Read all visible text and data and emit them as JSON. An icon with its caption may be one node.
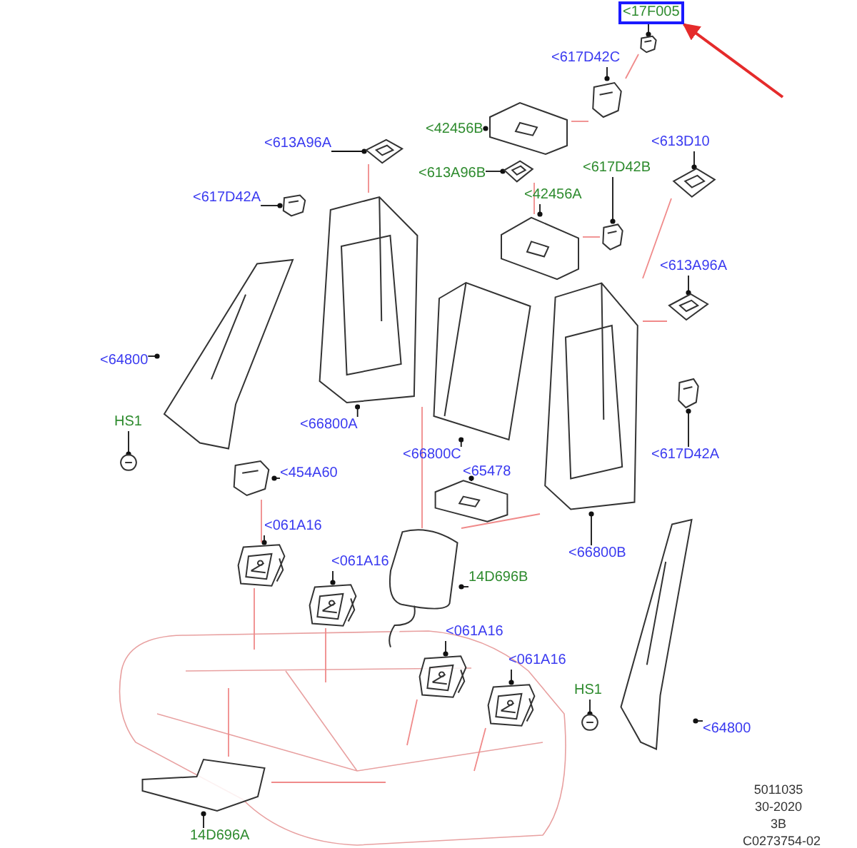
{
  "diagram": {
    "nodes": [
      {
        "text": [
          "<17F005"
        ]
      },
      {
        "text": [],
        "shape": "picture"
      },
      {
        "text": [
          "<617D42C"
        ]
      },
      {
        "text": [],
        "shape": "picture"
      },
      {
        "text": [
          "<42456B"
        ]
      },
      {
        "text": [],
        "shape": "picture"
      },
      {
        "text": [
          "<613A96A"
        ]
      },
      {
        "text": [],
        "shape": "picture"
      },
      {
        "text": [
          "<617D42A"
        ]
      },
      {
        "text": [],
        "shape": "picture"
      },
      {
        "text": [
          "<613A96B"
        ]
      },
      {
        "text": [],
        "shape": "picture"
      },
      {
        "text": [
          "<42456A"
        ]
      },
      {
        "text": [],
        "shape": "picture"
      },
      {
        "text": [
          "<617D42B"
        ]
      },
      {
        "text": [],
        "shape": "picture"
      },
      {
        "text": [
          "<613D10"
        ]
      },
      {
        "text": [],
        "shape": "picture"
      },
      {
        "text": [
          "<613A96A"
        ]
      },
      {
        "text": [],
        "shape": "picture"
      },
      {
        "text": [
          "<64800"
        ]
      },
      {
        "text": [],
        "shape": "picture"
      },
      {
        "text": [
          "HS1"
        ]
      },
      {
        "text": [],
        "shape": "picture"
      },
      {
        "text": [
          "<66800A"
        ]
      },
      {
        "text": [],
        "shape": "picture"
      },
      {
        "text": [
          "<66800C"
        ]
      },
      {
        "text": [],
        "shape": "picture"
      },
      {
        "text": [
          "<617D42A"
        ]
      },
      {
        "text": [],
        "shape": "picture"
      },
      {
        "text": [
          "<454A60"
        ]
      },
      {
        "text": [],
        "shape": "picture"
      },
      {
        "text": [
          "<65478"
        ]
      },
      {
        "text": [],
        "shape": "picture"
      },
      {
        "text": [
          "<061A16"
        ]
      },
      {
        "text": [],
        "shape": "picture"
      },
      {
        "text": [
          "<061A16"
        ]
      },
      {
        "text": [],
        "shape": "picture"
      },
      {
        "text": [
          "<66800B"
        ]
      },
      {
        "text": [],
        "shape": "picture"
      },
      {
        "text": [
          "14D696B"
        ]
      },
      {
        "text": [],
        "shape": "picture"
      },
      {
        "text": [
          "<061A16"
        ]
      },
      {
        "text": [],
        "shape": "picture"
      },
      {
        "text": [
          "<061A16"
        ]
      },
      {
        "text": [],
        "shape": "picture"
      },
      {
        "text": [
          "HS1"
        ]
      },
      {
        "text": [],
        "shape": "picture"
      },
      {
        "text": [
          "<64800"
        ]
      },
      {
        "text": [],
        "shape": "picture"
      },
      {
        "text": [
          "14D696A"
        ]
      },
      {
        "text": [],
        "shape": "picture"
      }
    ],
    "edges": [
      {
        "from": 0,
        "to": 1,
        "arrow": "other"
      },
      {
        "from": 2,
        "to": 3,
        "arrow": "other"
      },
      {
        "from": 4,
        "to": 5,
        "arrow": "other"
      },
      {
        "from": 6,
        "to": 7,
        "arrow": "other"
      },
      {
        "from": 8,
        "to": 9,
        "arrow": "other"
      },
      {
        "from": 10,
        "to": 11,
        "arrow": "other"
      },
      {
        "from": 12,
        "to": 13,
        "arrow": "other"
      },
      {
        "from": 14,
        "to": 15,
        "arrow": "other"
      },
      {
        "from": 16,
        "to": 17,
        "arrow": "other"
      },
      {
        "from": 18,
        "to": 19,
        "arrow": "other"
      },
      {
        "from": 20,
        "to": 21,
        "arrow": "other"
      },
      {
        "from": 22,
        "to": 23,
        "arrow": "other"
      },
      {
        "from": 24,
        "to": 25,
        "arrow": "other"
      },
      {
        "from": 26,
        "to": 27,
        "arrow": "other"
      },
      {
        "from": 28,
        "to": 29,
        "arrow": "other"
      },
      {
        "from": 30,
        "to": 31,
        "arrow": "other"
      },
      {
        "from": 32,
        "to": 33,
        "arrow": "other"
      },
      {
        "from": 34,
        "to": 35,
        "arrow": "other"
      },
      {
        "from": 36,
        "to": 37,
        "arrow": "other"
      },
      {
        "from": 38,
        "to": 39,
        "arrow": "other"
      },
      {
        "from": 40,
        "to": 41,
        "arrow": "other"
      },
      {
        "from": 42,
        "to": 43,
        "arrow": "other"
      },
      {
        "from": 44,
        "to": 45,
        "arrow": "other"
      },
      {
        "from": 46,
        "to": 47,
        "arrow": "other"
      },
      {
        "from": 48,
        "to": 49,
        "arrow": "other"
      },
      {
        "from": 50,
        "to": 51,
        "arrow": "other"
      },
      {
        "from": null,
        "to": 0,
        "arrow": "to",
        "color": "#e52b2b"
      },
      {
        "from": 1,
        "to": 3,
        "arrow": "none",
        "color": "#f08a8a"
      },
      {
        "from": 3,
        "to": 5,
        "arrow": "none",
        "color": "#f08a8a"
      },
      {
        "from": 7,
        "to": 25,
        "arrow": "none",
        "color": "#f08a8a"
      },
      {
        "from": 11,
        "to": 13,
        "arrow": "none",
        "color": "#f08a8a"
      },
      {
        "from": 13,
        "to": 15,
        "arrow": "none",
        "color": "#f08a8a"
      },
      {
        "from": 17,
        "to": 39,
        "arrow": "none",
        "color": "#f08a8a"
      },
      {
        "from": 19,
        "to": 39,
        "arrow": "none",
        "color": "#f08a8a"
      },
      {
        "from": 25,
        "to": 41,
        "arrow": "none",
        "color": "#f08a8a"
      },
      {
        "from": 39,
        "to": 41,
        "arrow": "none",
        "color": "#f08a8a"
      },
      {
        "from": 31,
        "to": 35,
        "arrow": "none",
        "color": "#f08a8a"
      },
      {
        "from": 35,
        "to": null,
        "arrow": "none",
        "color": "#f08a8a"
      },
      {
        "from": 37,
        "to": null,
        "arrow": "none",
        "color": "#f08a8a"
      },
      {
        "from": 43,
        "to": null,
        "arrow": "none",
        "color": "#f08a8a"
      },
      {
        "from": 45,
        "to": null,
        "arrow": "none",
        "color": "#f08a8a"
      },
      {
        "from": 51,
        "to": null,
        "arrow": "none",
        "color": "#f08a8a"
      },
      {
        "from": 51,
        "to": null,
        "arrow": "none",
        "color": "#f08a8a"
      }
    ],
    "labels": [
      "5011035",
      "30-2020",
      "3B",
      "C0273754-02"
    ]
  }
}
